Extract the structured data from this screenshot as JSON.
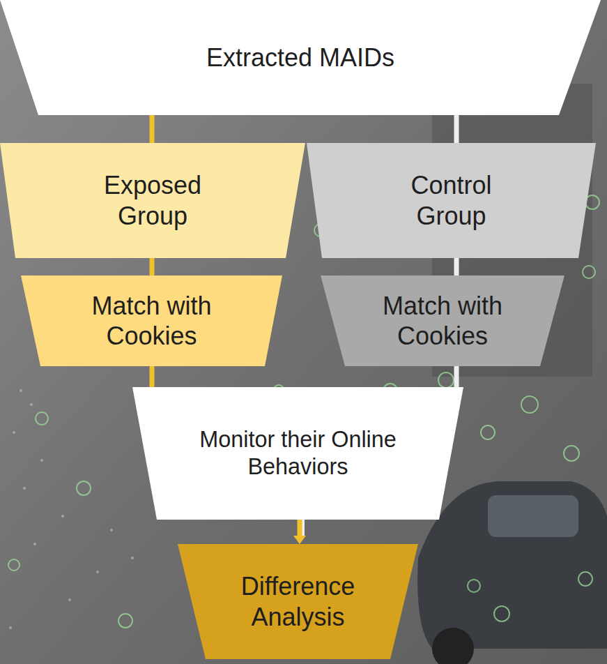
{
  "diagram": {
    "nodes": [
      {
        "text": [
          "Extracted MAIDs"
        ]
      },
      {
        "text": [
          "Exposed Group"
        ]
      },
      {
        "text": [
          "Control Group"
        ]
      },
      {
        "text": [
          "Match with Cookies"
        ]
      },
      {
        "text": [
          "Match with Cookies"
        ]
      },
      {
        "text": [
          "Monitor their Online Behaviors"
        ]
      },
      {
        "text": [
          "Difference Analysis"
        ]
      }
    ],
    "edges": [
      {
        "from": 0,
        "to": 1,
        "arrow": "none"
      },
      {
        "from": 0,
        "to": 2,
        "arrow": "none"
      },
      {
        "from": 1,
        "to": 3,
        "arrow": "none"
      },
      {
        "from": 2,
        "to": 4,
        "arrow": "none"
      },
      {
        "from": 3,
        "to": 5,
        "arrow": "none"
      },
      {
        "from": 4,
        "to": 5,
        "arrow": "none"
      },
      {
        "from": 5,
        "to": 6,
        "arrow": "to"
      }
    ]
  }
}
